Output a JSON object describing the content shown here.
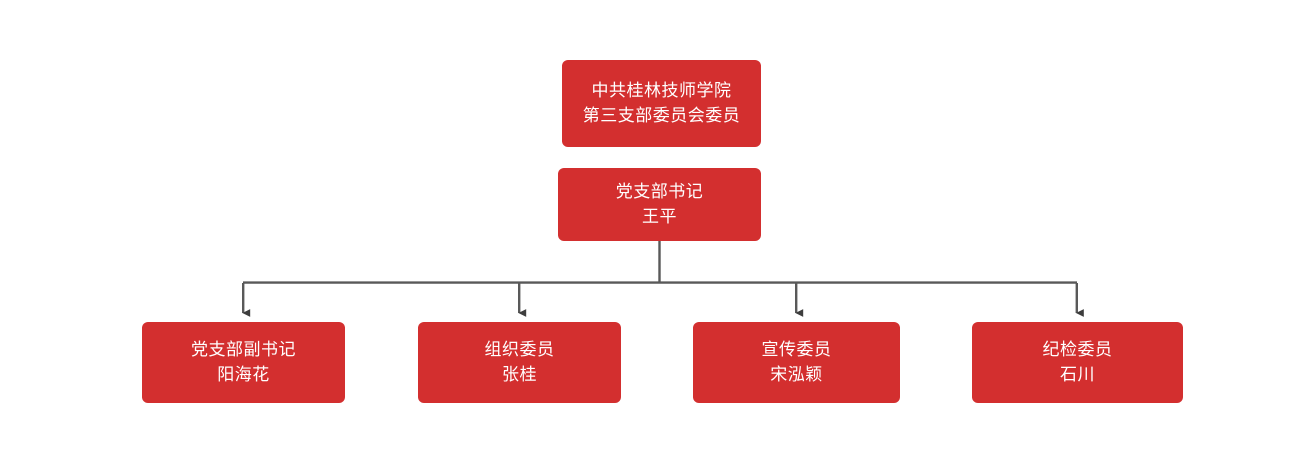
{
  "diagram": {
    "type": "org-chart",
    "orientation": "top-down",
    "background_color": "#ffffff",
    "node_color": "#d32f2f",
    "node_text_color": "#ffffff",
    "connector_color": "#595959"
  },
  "nodes": {
    "root": {
      "line1": "中共桂林技师学院",
      "line2": "第三支部委员会委员"
    },
    "secretary": {
      "line1": "党支部书记",
      "line2": "王平"
    },
    "children": [
      {
        "line1": "党支部副书记",
        "line2": "阳海花"
      },
      {
        "line1": "组织委员",
        "line2": "张桂"
      },
      {
        "line1": "宣传委员",
        "line2": "宋泓颖"
      },
      {
        "line1": "纪检委员",
        "line2": "石川"
      }
    ]
  }
}
